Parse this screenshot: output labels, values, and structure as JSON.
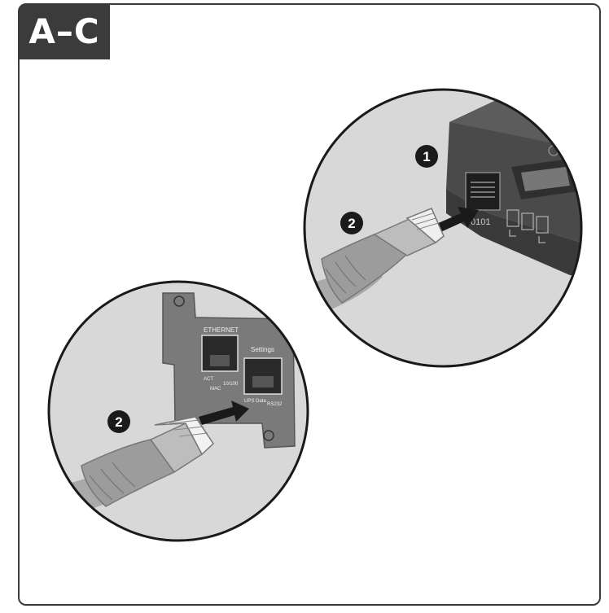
{
  "step_tag": "A–C",
  "callouts": {
    "port": "1",
    "cable_top": "2",
    "cable_bottom": "2"
  },
  "top_detail": {
    "port_label": "0101"
  },
  "card_labels": {
    "ethernet": "ETHERNET",
    "settings": "Settings",
    "act": "ACT",
    "speed": "10/100",
    "mac": "MAC",
    "ups_data": "UPS Data",
    "rs232": "RS232"
  }
}
